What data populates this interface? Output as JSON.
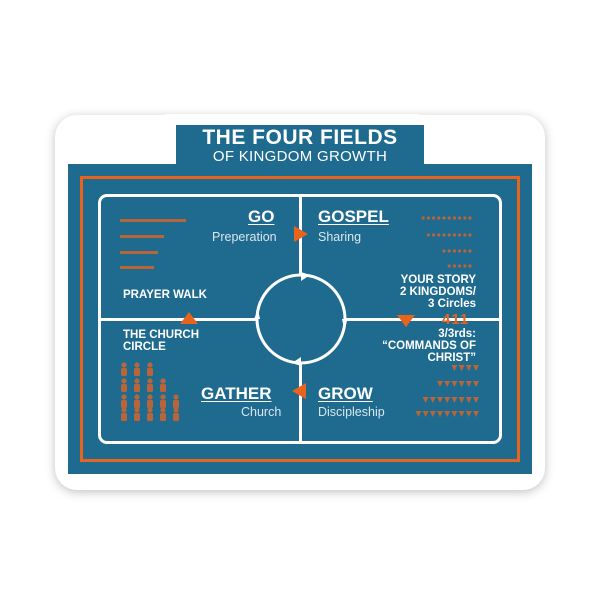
{
  "title": {
    "line1": "THE FOUR FIELDS",
    "line2": "OF KINGDOM GROWTH"
  },
  "center": {
    "title": "GUIDES",
    "subtitle": "Leaders"
  },
  "fields": {
    "go": {
      "title": "GO",
      "subtitle": "Preperation"
    },
    "gospel": {
      "title": "GOSPEL",
      "subtitle": "Sharing"
    },
    "grow": {
      "title": "GROW",
      "subtitle": "Discipleship"
    },
    "gather": {
      "title": "GATHER",
      "subtitle": "Church"
    }
  },
  "notes": {
    "prayer_walk": "PRAYER WALK",
    "church_circle": [
      "THE CHURCH",
      "CIRCLE"
    ],
    "your_story": [
      "YOUR STORY",
      "2 KINGDOMS/",
      "3 Circles"
    ],
    "badge": "411",
    "thirds": [
      "3/3rds:",
      "“COMMANDS OF",
      "CHRIST”"
    ]
  },
  "colors": {
    "board": "#1e6b8f",
    "accent": "#e8631b",
    "field_line": "#ffffff",
    "seed": "#b8653a"
  },
  "icons": [
    "arrow-right-icon",
    "arrow-down-icon",
    "arrow-left-icon",
    "arrow-up-icon",
    "cycle-arrows-icon",
    "furrow-dashes-icon",
    "sprout-dots-icon",
    "wheat-icon",
    "people-icon"
  ]
}
